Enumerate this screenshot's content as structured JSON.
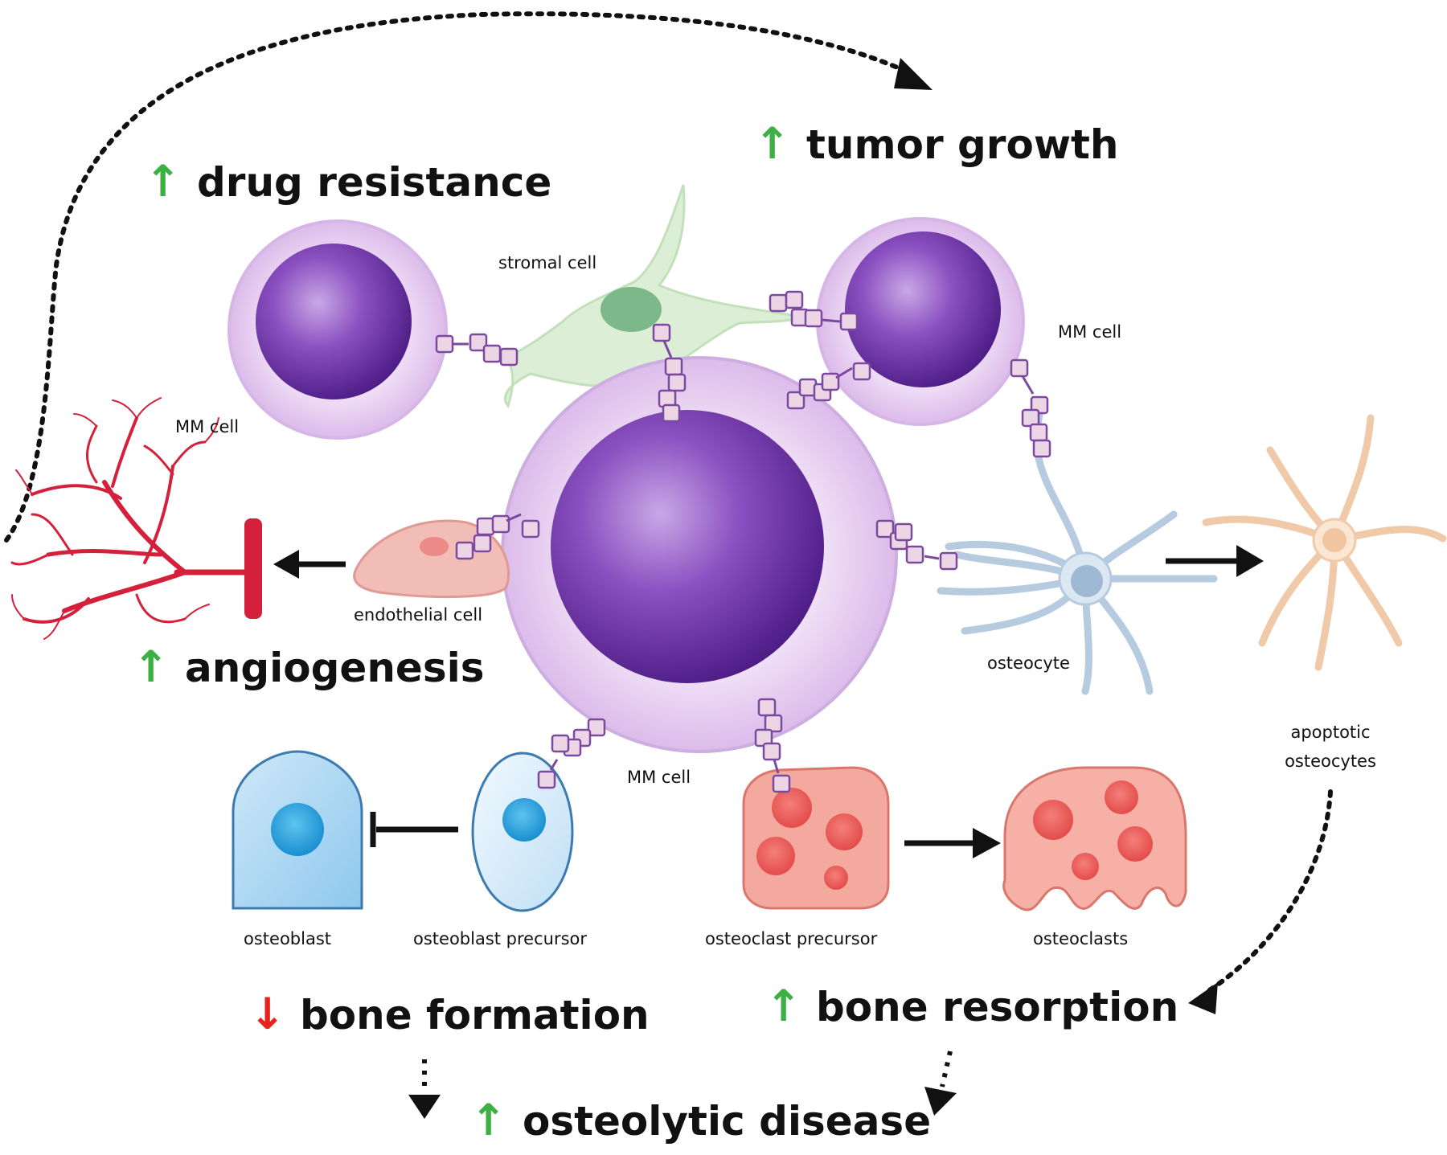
{
  "outcomes": {
    "drug_resistance": {
      "arrow": "↑",
      "text": "drug resistance"
    },
    "tumor_growth": {
      "arrow": "↑",
      "text": "tumor growth"
    },
    "angiogenesis": {
      "arrow": "↑",
      "text": "angiogenesis"
    },
    "bone_formation": {
      "arrow": "↓",
      "text": "bone formation"
    },
    "bone_resorption": {
      "arrow": "↑",
      "text": "bone resorption"
    },
    "osteolytic_disease": {
      "arrow": "↑",
      "text": "osteolytic disease"
    }
  },
  "labels": {
    "stromal_cell": "stromal cell",
    "mm_cell_left": "MM cell",
    "mm_cell_right": "MM cell",
    "mm_cell_center": "MM cell",
    "endothelial_cell": "endothelial cell",
    "osteocyte": "osteocyte",
    "apoptotic_line1": "apoptotic",
    "apoptotic_line2": "osteocytes",
    "osteoblast": "osteoblast",
    "osteoblast_precursor": "osteoblast precursor",
    "osteoclast_precursor": "osteoclast precursor",
    "osteoclasts": "osteoclasts"
  },
  "colors": {
    "up_arrow": "#3cb043",
    "down_arrow": "#e8221c",
    "mm_nucleus": "#6a2d99",
    "mm_cytoplasm": "#e6cdf0",
    "stromal": "#d9efd5",
    "endothelial": "#f0b8b3",
    "vessel": "#d4203a",
    "osteocyte": "#aec3db",
    "apoptotic": "#f0c9a8",
    "osteoblast": "#9cd0ef",
    "osteoclast": "#f29a8c",
    "receptor": "#e8cfe0"
  }
}
